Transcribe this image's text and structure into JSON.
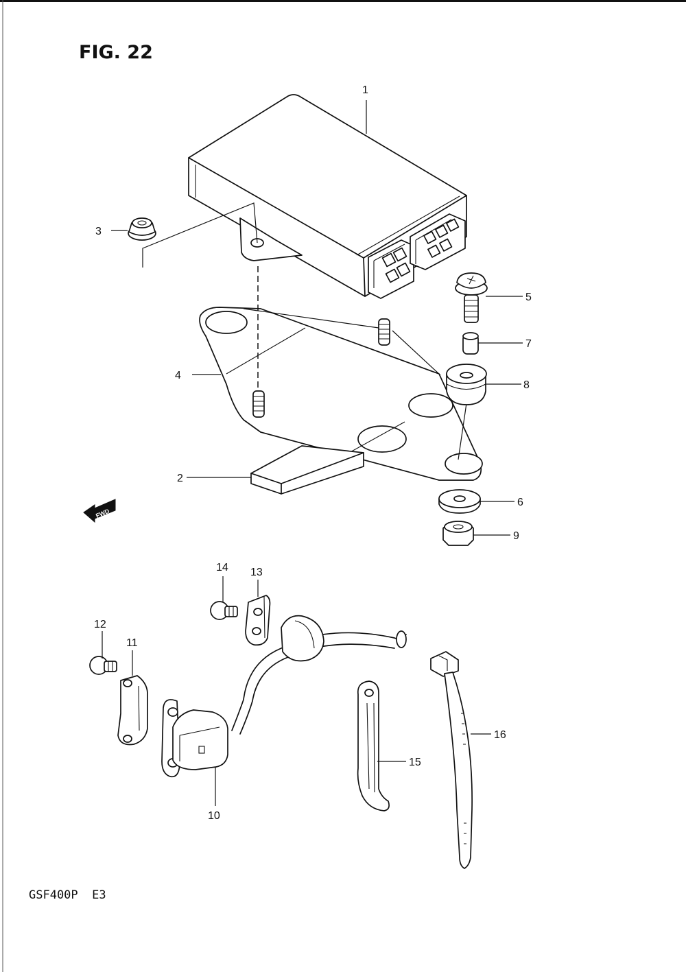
{
  "figure": {
    "title": "FIG. 22",
    "model_code": "GSF400P  E3",
    "fwd_label": "FWD"
  },
  "callouts": [
    "1",
    "2",
    "3",
    "4",
    "5",
    "6",
    "7",
    "8",
    "9",
    "10",
    "11",
    "12",
    "13",
    "14",
    "15",
    "16"
  ]
}
